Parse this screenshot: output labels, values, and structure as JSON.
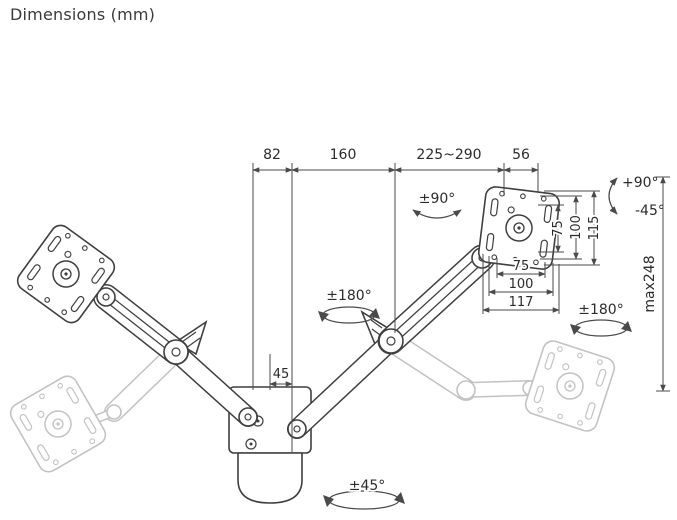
{
  "title": "Dimensions (mm)",
  "dims": {
    "d82": "82",
    "d160": "160",
    "d225_290": "225~290",
    "d56": "56",
    "d45": "45",
    "max248": "max248"
  },
  "vesa": {
    "v75": "75",
    "v100": "100",
    "v115": "115",
    "h75": "75",
    "h100": "100",
    "h117": "117"
  },
  "angles": {
    "tilt_up": "+90°",
    "tilt_down": "-45°",
    "swivel_top": "±90°",
    "arm_left": "±180°",
    "arm_right": "±180°",
    "swivel_bottom": "±45°"
  }
}
